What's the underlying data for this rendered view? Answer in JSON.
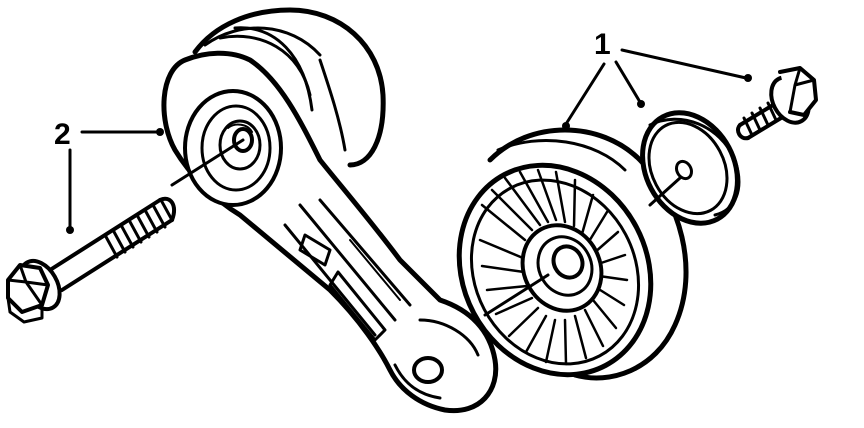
{
  "diagram": {
    "callouts": [
      {
        "id": "1",
        "label": "1"
      },
      {
        "id": "2",
        "label": "2"
      }
    ],
    "parts": [
      {
        "name": "tensioner-arm"
      },
      {
        "name": "tensioner-bolt"
      },
      {
        "name": "idler-pulley"
      },
      {
        "name": "pulley-dust-cap"
      },
      {
        "name": "pulley-bolt"
      }
    ]
  }
}
